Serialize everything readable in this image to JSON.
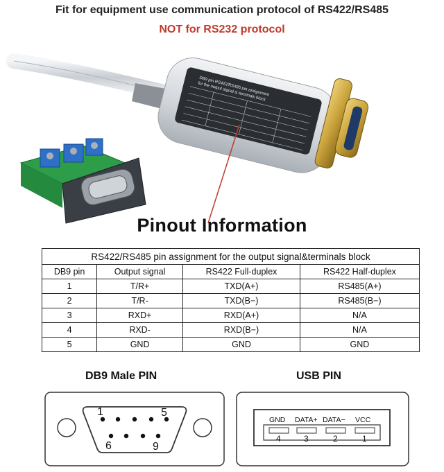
{
  "headline": "Fit for equipment use communication protocol of RS422/RS485",
  "subheadline": "NOT for RS232 protocol",
  "colors": {
    "warning": "#c0392b",
    "cable": "#d9dde2",
    "connector_gold": "#c9a23a",
    "terminal_green": "#3aa552",
    "terminal_blue": "#2e6fc7"
  },
  "pinout_title": "Pinout Information",
  "table": {
    "caption": "RS422/RS485 pin assignment for the output signal&terminals block",
    "headers": [
      "DB9 pin",
      "Output signal",
      "RS422 Full-duplex",
      "RS422 Half-duplex"
    ],
    "rows": [
      [
        "1",
        "T/R+",
        "TXD(A+)",
        "RS485(A+)"
      ],
      [
        "2",
        "T/R-",
        "TXD(B−)",
        "RS485(B−)"
      ],
      [
        "3",
        "RXD+",
        "RXD(A+)",
        "N/A"
      ],
      [
        "4",
        "RXD-",
        "RXD(B−)",
        "N/A"
      ],
      [
        "5",
        "GND",
        "GND",
        "GND"
      ]
    ]
  },
  "db9_section": {
    "title": "DB9 Male PIN",
    "pin_labels": [
      "1",
      "5",
      "6",
      "9"
    ]
  },
  "usb_section": {
    "title": "USB PIN",
    "signals": [
      "GND",
      "DATA+",
      "DATA−",
      "VCC"
    ],
    "pins": [
      "4",
      "3",
      "2",
      "1"
    ]
  }
}
